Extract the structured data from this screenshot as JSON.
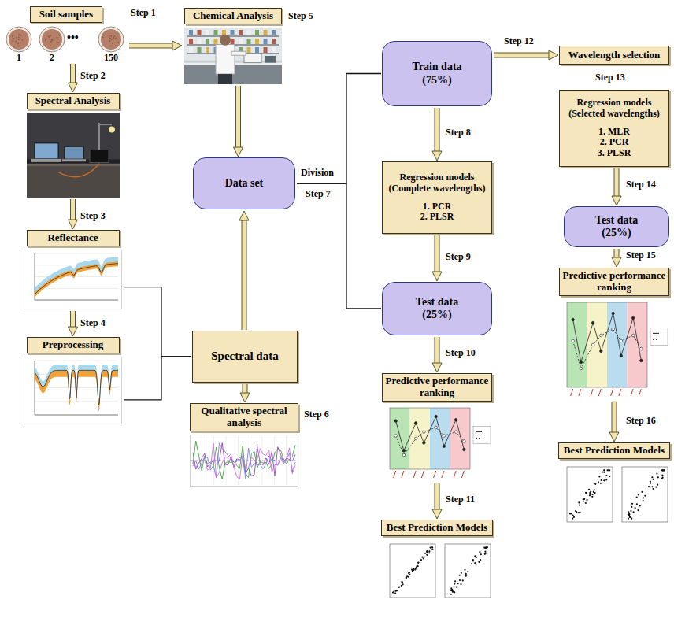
{
  "diagram": {
    "nodes": [
      {
        "text": [
          "Soil samples"
        ]
      },
      {
        "text": [
          "Chemical Analysis"
        ]
      },
      {
        "text": [
          "Spectral Analysis"
        ]
      },
      {
        "text": [
          "Reflectance"
        ]
      },
      {
        "text": [
          "Preprocessing"
        ]
      },
      {
        "text": [
          "Data set"
        ]
      },
      {
        "text": [
          "Spectral data"
        ]
      },
      {
        "text": [
          "Qualitative spectral analysis"
        ]
      },
      {
        "text": [
          "Train data (75%)"
        ]
      },
      {
        "text": [
          "Regression models (Complete wavelengths)",
          "1. PCR",
          "2. PLSR"
        ]
      },
      {
        "text": [
          "Test data (25%)"
        ]
      },
      {
        "text": [
          "Predictive performance ranking"
        ]
      },
      {
        "text": [
          "Best Prediction Models"
        ]
      },
      {
        "text": [
          "Wavelength selection"
        ]
      },
      {
        "text": [
          "Regression models (Selected wavelengths)",
          "1. MLR",
          "2. PCR",
          "3. PLSR"
        ]
      },
      {
        "text": [
          "Test data (25%)"
        ]
      },
      {
        "text": [
          "Predictive performance ranking"
        ]
      },
      {
        "text": [
          "Best Prediction Models"
        ]
      }
    ],
    "edges": [
      {
        "from": 0,
        "to": 2,
        "arrow": "to"
      },
      {
        "from": 0,
        "to": 1,
        "arrow": "to"
      },
      {
        "from": 2,
        "to": 3,
        "arrow": "to"
      },
      {
        "from": 3,
        "to": 4,
        "arrow": "to"
      },
      {
        "from": 3,
        "to": 6,
        "arrow": "none"
      },
      {
        "from": 4,
        "to": 6,
        "arrow": "none"
      },
      {
        "from": 1,
        "to": 5,
        "arrow": "to"
      },
      {
        "from": 6,
        "to": 5,
        "arrow": "to"
      },
      {
        "from": 6,
        "to": 7,
        "arrow": "to"
      },
      {
        "from": 5,
        "to": 8,
        "arrow": "none"
      },
      {
        "from": 5,
        "to": 10,
        "arrow": "none"
      },
      {
        "from": 8,
        "to": 9,
        "arrow": "to"
      },
      {
        "from": 9,
        "to": 10,
        "arrow": "to"
      },
      {
        "from": 10,
        "to": 11,
        "arrow": "to"
      },
      {
        "from": 11,
        "to": 12,
        "arrow": "to"
      },
      {
        "from": 8,
        "to": 13,
        "arrow": "to"
      },
      {
        "from": 14,
        "to": 15,
        "arrow": "to"
      },
      {
        "from": 15,
        "to": 16,
        "arrow": "to"
      },
      {
        "from": 16,
        "to": 17,
        "arrow": "to"
      }
    ],
    "labels": [
      "Step 1",
      "1",
      "2",
      "•••",
      "150",
      "Step 5",
      "Step 2",
      "Step 3",
      "Step 4",
      "Step 6",
      "Division",
      "Step 7",
      "Step 12",
      "Step 8",
      "Step 9",
      "Step 10",
      "Step 11",
      "Step 13",
      "Step 14",
      "Step 15",
      "Step 16"
    ]
  }
}
